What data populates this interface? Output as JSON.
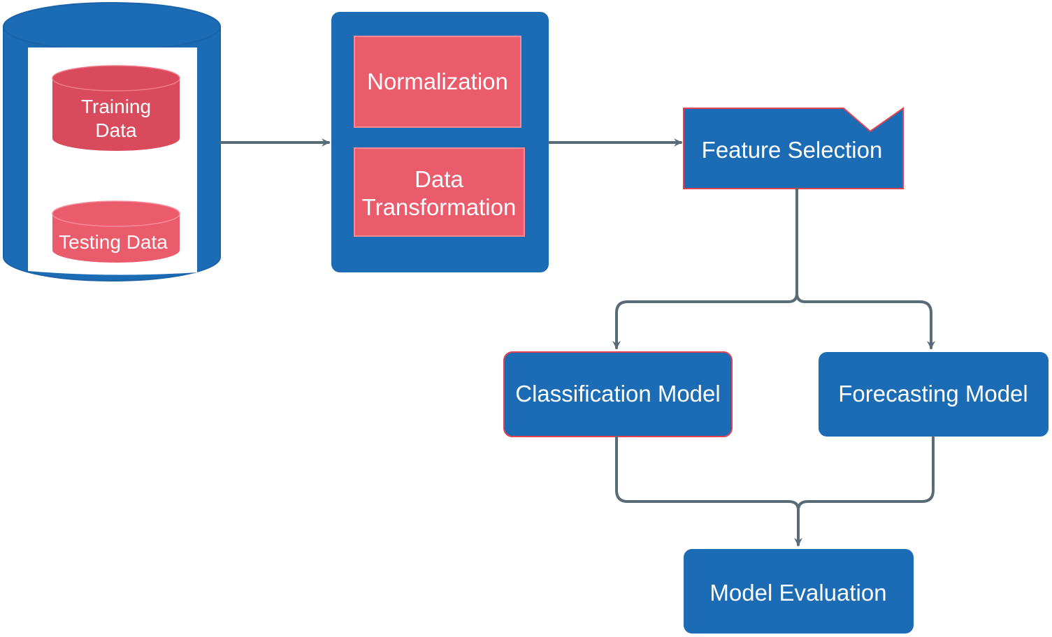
{
  "colors": {
    "blue": "#1b6bb5",
    "blue_stroke": "#1a63a8",
    "red": "#ea5b6b",
    "red_dark": "#d94b5c",
    "red_border": "#e4424f",
    "connector": "#5a6b78",
    "background": "#ffffff"
  },
  "nodes": {
    "database": {
      "training_line1": "Training",
      "training_line2": "Data",
      "testing": "Testing Data"
    },
    "preprocessing": {
      "normalization": "Normalization",
      "transformation_line1": "Data",
      "transformation_line2": "Transformation"
    },
    "feature_selection": "Feature Selection",
    "classification_model": "Classification Model",
    "forecasting_model": "Forecasting Model",
    "model_evaluation": "Model Evaluation"
  }
}
